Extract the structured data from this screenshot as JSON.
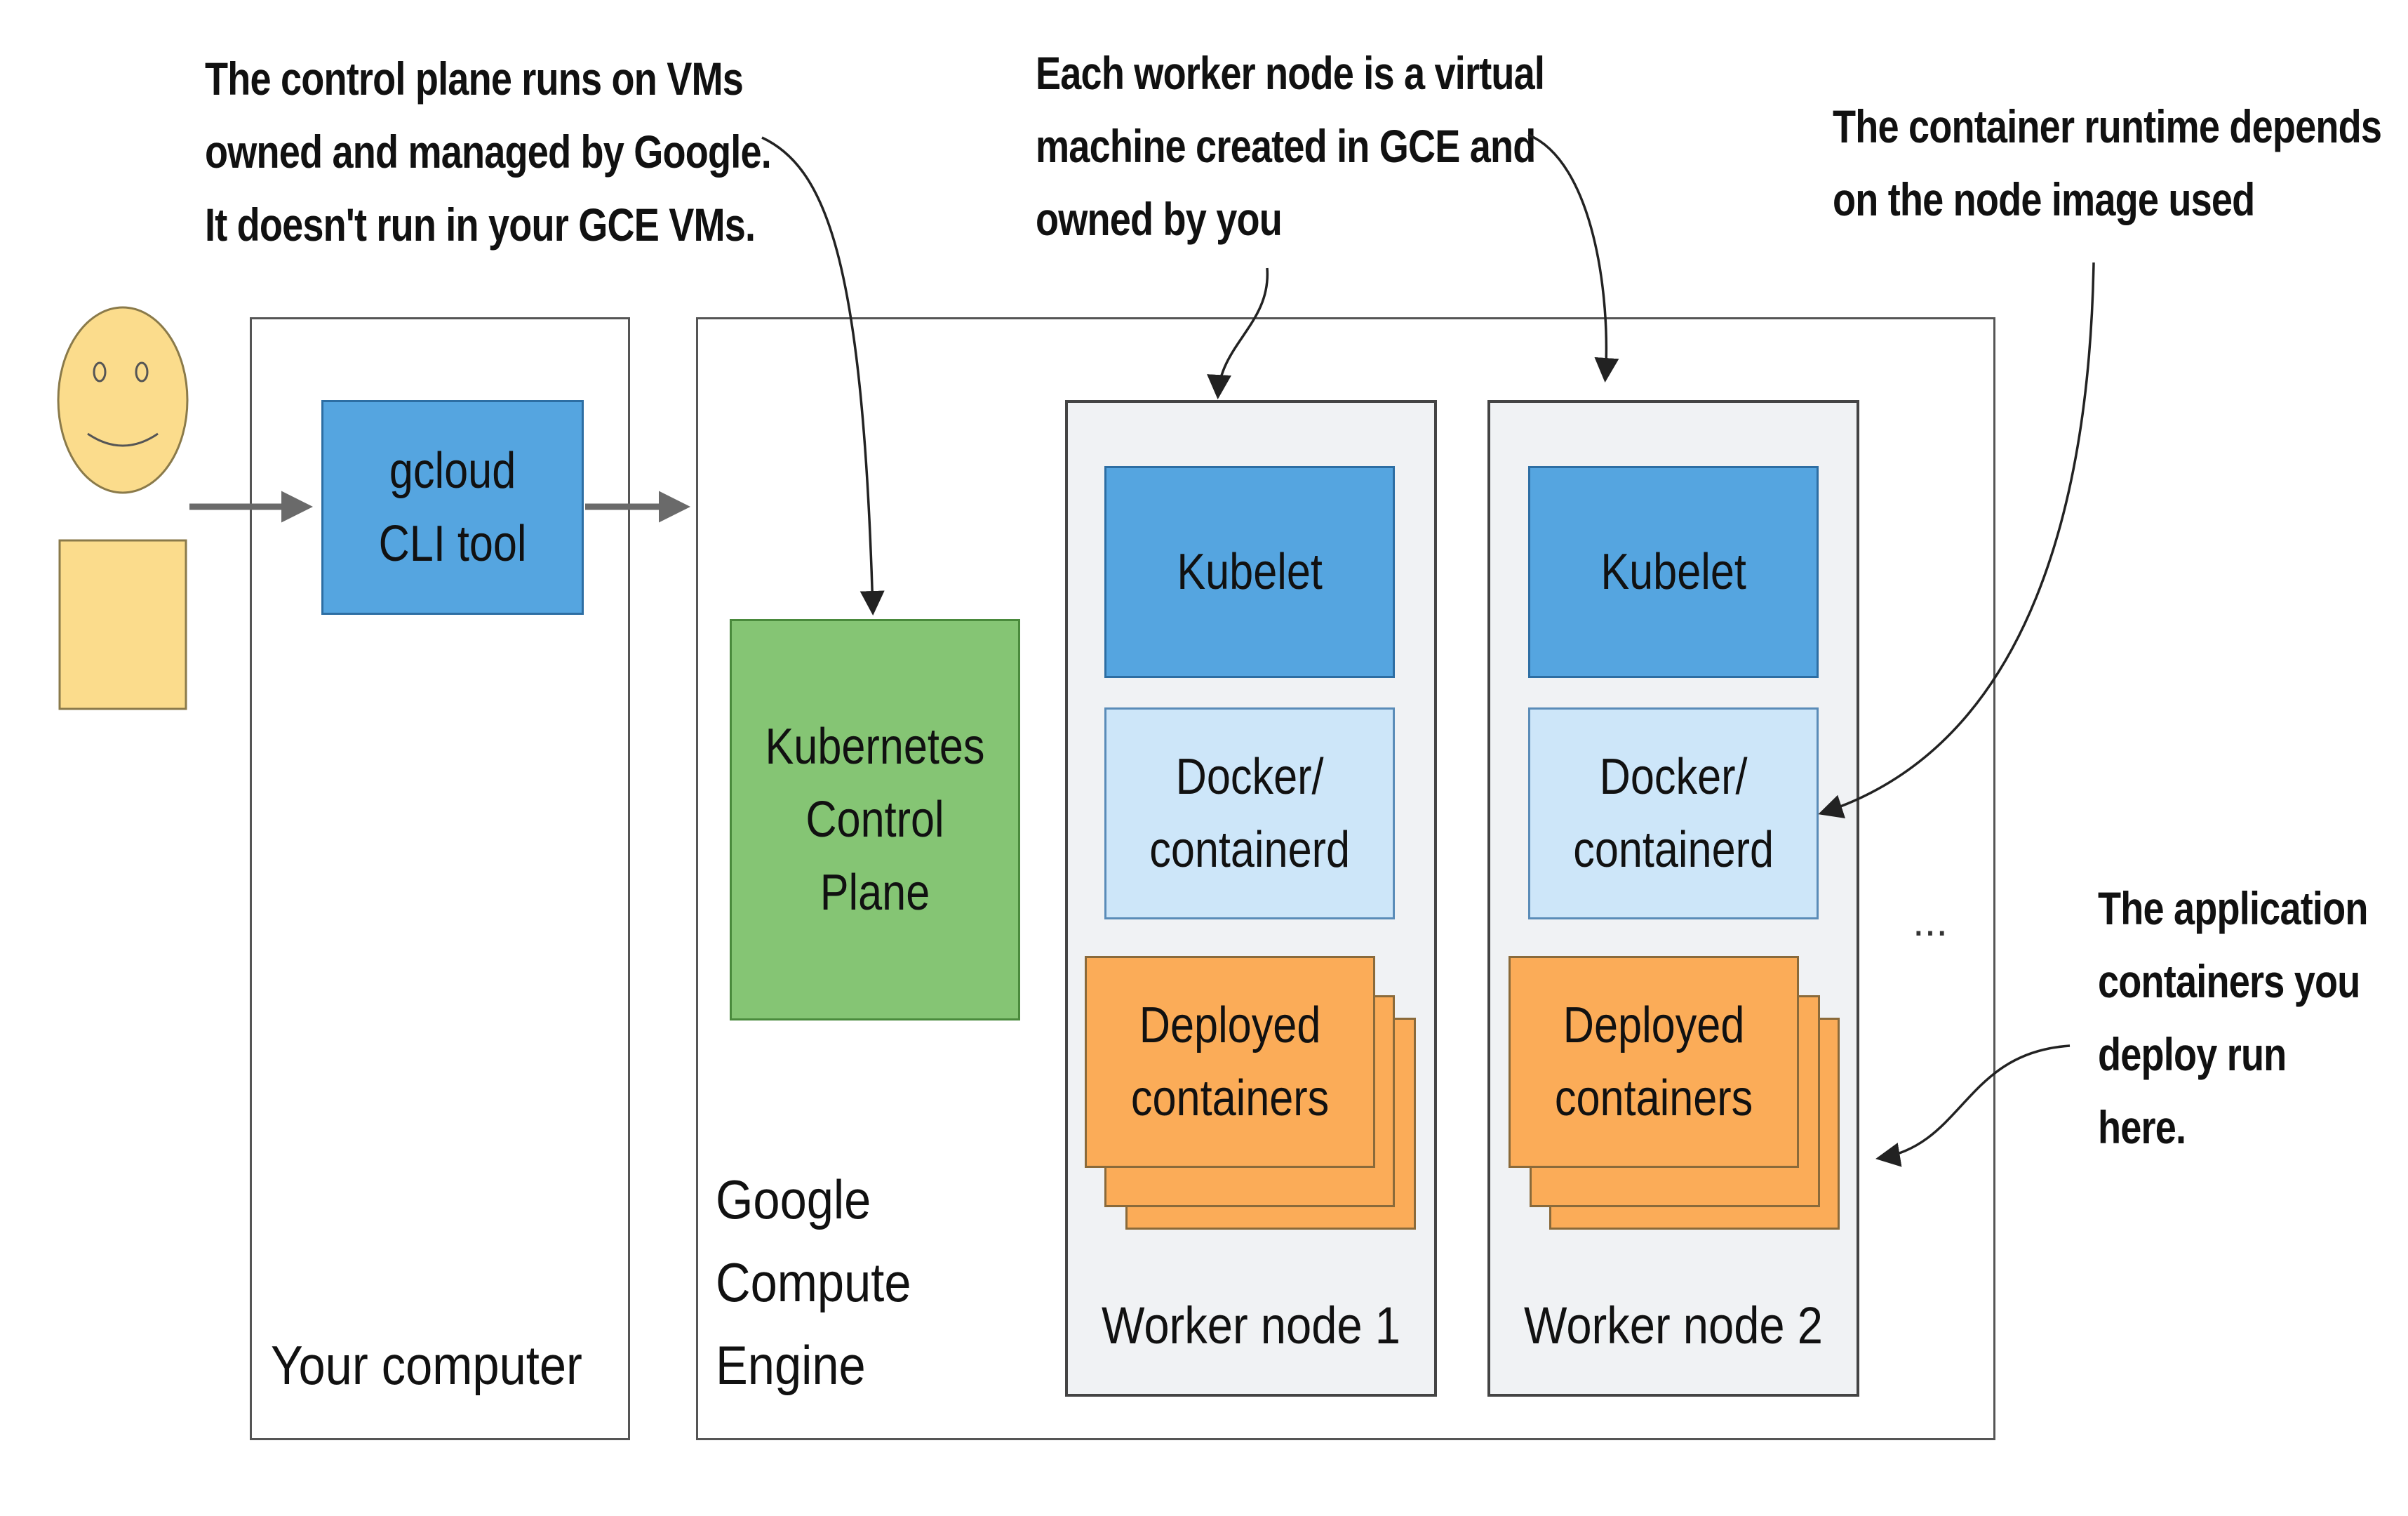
{
  "annotations": {
    "control_plane_note": [
      "The control plane runs on VMs",
      "owned and managed by Google.",
      "It doesn't run in your GCE VMs."
    ],
    "worker_node_note": [
      "Each worker node is a virtual",
      "machine created in GCE and",
      "owned by you"
    ],
    "runtime_note": [
      "The container runtime depends",
      "on the node image used"
    ],
    "app_containers_note": [
      "The application",
      "containers you",
      "deploy run",
      "here."
    ]
  },
  "your_computer": {
    "label": "Your computer",
    "gcloud_label": "gcloud\nCLI tool"
  },
  "gce": {
    "label": "Google\nCompute\nEngine",
    "control_plane_label": "Kubernetes\nControl Plane",
    "ellipsis": "..."
  },
  "worker_nodes": [
    {
      "label": "Worker node 1",
      "kubelet": "Kubelet",
      "runtime": "Docker/\ncontainerd",
      "containers": "Deployed\ncontainers"
    },
    {
      "label": "Worker node 2",
      "kubelet": "Kubelet",
      "runtime": "Docker/\ncontainerd",
      "containers": "Deployed\ncontainers"
    }
  ],
  "colors": {
    "kubelet": "#55a5e0",
    "runtime": "#cde6f9",
    "control_plane": "#85c574",
    "containers": "#fbac58",
    "user": "#fbdc8c"
  },
  "icons": [
    "smiley-user-icon",
    "arrow-right-icon"
  ]
}
